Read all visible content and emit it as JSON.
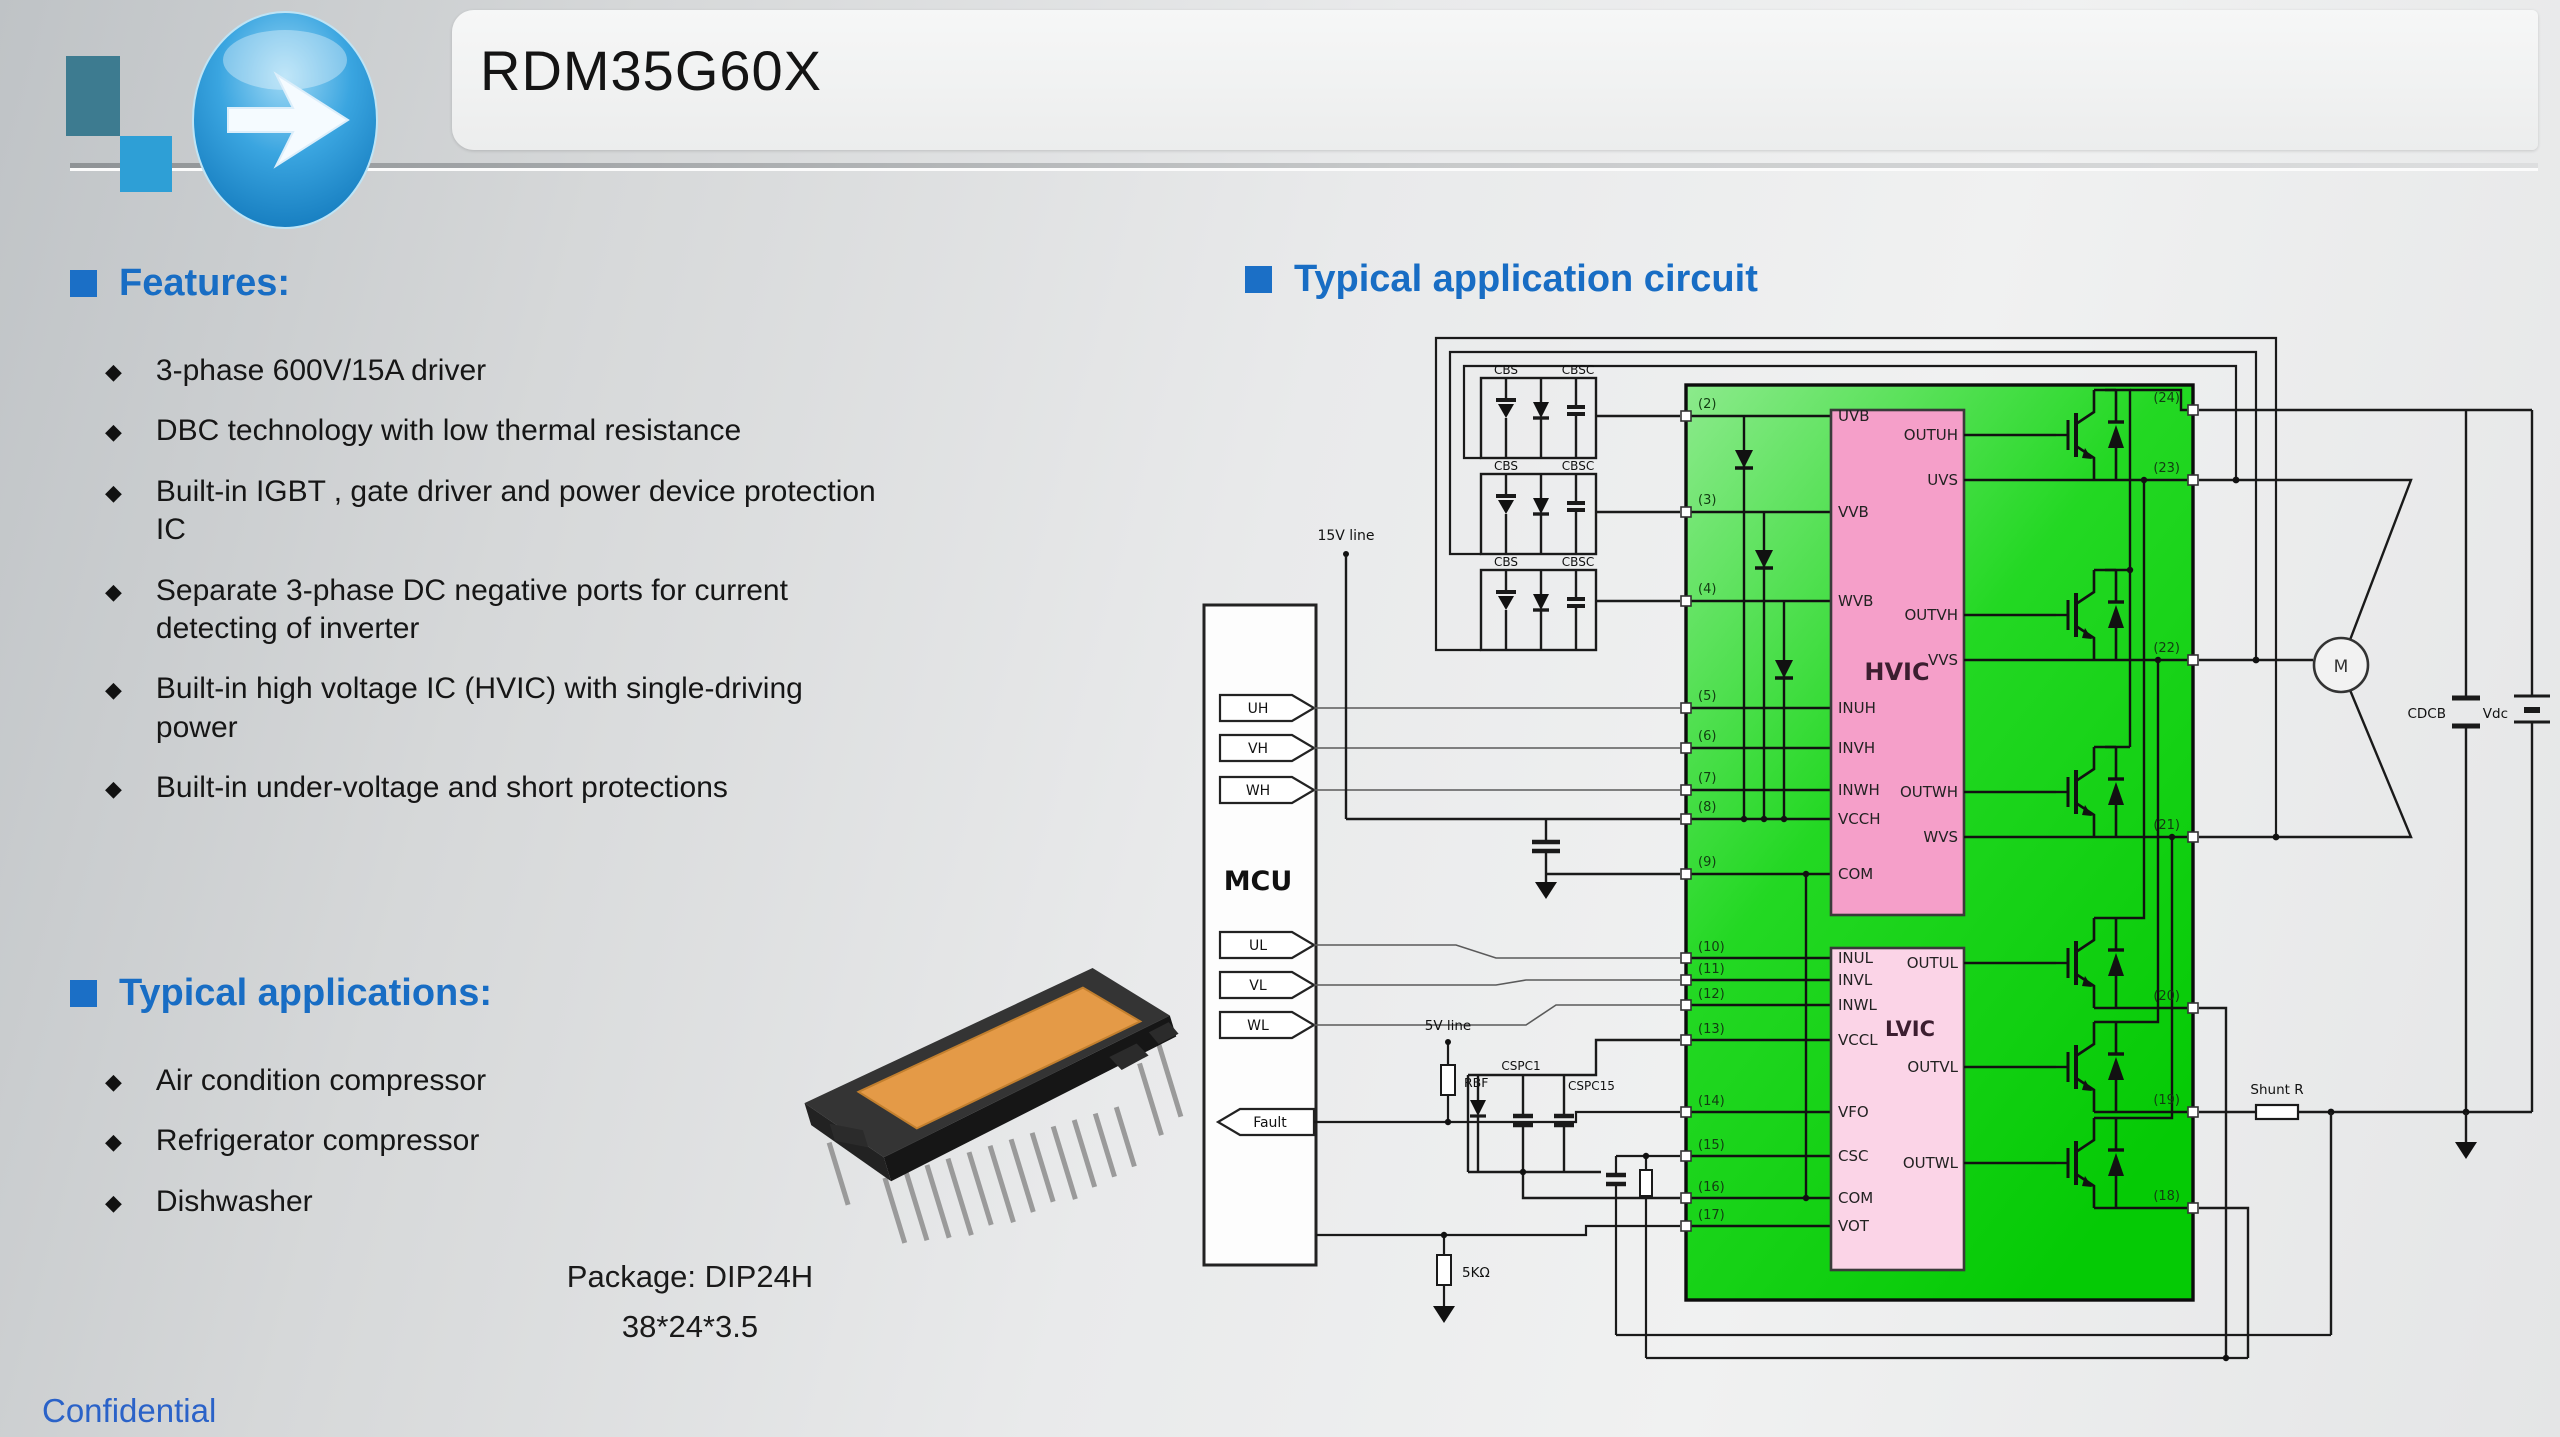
{
  "header": {
    "title": "RDM35G60X"
  },
  "bullets": {
    "diamond": "◆"
  },
  "features": {
    "heading": "Features:",
    "items": [
      "3-phase 600V/15A driver",
      "DBC technology with low thermal resistance",
      "Built-in IGBT , gate driver and power device protection IC",
      "Separate 3-phase DC negative ports for current detecting of inverter",
      "Built-in high voltage IC (HVIC) with single-driving power",
      "Built-in under-voltage and short protections"
    ]
  },
  "applications": {
    "heading": "Typical applications:",
    "items": [
      "Air condition compressor",
      "Refrigerator compressor",
      "Dishwasher"
    ]
  },
  "package": {
    "line1": "Package: DIP24H",
    "line2": "38*24*3.5"
  },
  "footer": {
    "confidential": "Confidential"
  },
  "circuit": {
    "heading": "Typical application circuit",
    "mcu": {
      "label": "MCU",
      "uh": "UH",
      "vh": "VH",
      "wh": "WH",
      "ul": "UL",
      "vl": "VL",
      "wl": "WL",
      "fault": "Fault"
    },
    "supplies": {
      "v15": "15V line",
      "v5": "5V line"
    },
    "resistors": {
      "pullup": "RBF",
      "vot": "5KΩ",
      "shunt": "Shunt R"
    },
    "bootstrap": {
      "cap1": "CBS",
      "cap2": "CBSC"
    },
    "vccl_filter": {
      "cap1": "CSPC1",
      "cap2": "CSPC15"
    },
    "hvic": {
      "label": "HVIC",
      "left_pins": [
        "UVB",
        "VVB",
        "WVB",
        "INUH",
        "INVH",
        "INWH",
        "VCCH",
        "COM"
      ],
      "right_pins": [
        "OUTUH",
        "UVS",
        "OUTVH",
        "VVS",
        "OUTWH",
        "WVS"
      ]
    },
    "lvic": {
      "label": "LVIC",
      "left_pins": [
        "INUL",
        "INVL",
        "INWL",
        "VCCL",
        "VFO",
        "CSC",
        "COM",
        "VOT"
      ],
      "right_pins": [
        "OUTUL",
        "OUTVL",
        "OUTWL"
      ]
    },
    "module_pins_left": [
      "(2)",
      "(3)",
      "(4)",
      "(5)",
      "(6)",
      "(7)",
      "(8)",
      "(9)",
      "(10)",
      "(11)",
      "(12)",
      "(13)",
      "(14)",
      "(15)",
      "(16)",
      "(17)"
    ],
    "module_pins_right": [
      "(24)",
      "(23)",
      "(22)",
      "(21)",
      "(20)",
      "(19)",
      "(18)"
    ],
    "motor": "M",
    "dc_cap": "CDCB",
    "dc_source": "Vdc"
  },
  "colors": {
    "accent_blue": "#186dc4",
    "module_green": "#14d014",
    "hvic_pink": "#f59fc9",
    "lvic_pink": "#fbd4e7",
    "logo_teal": "#3d7b90",
    "logo_blue": "#2e9fd6"
  }
}
